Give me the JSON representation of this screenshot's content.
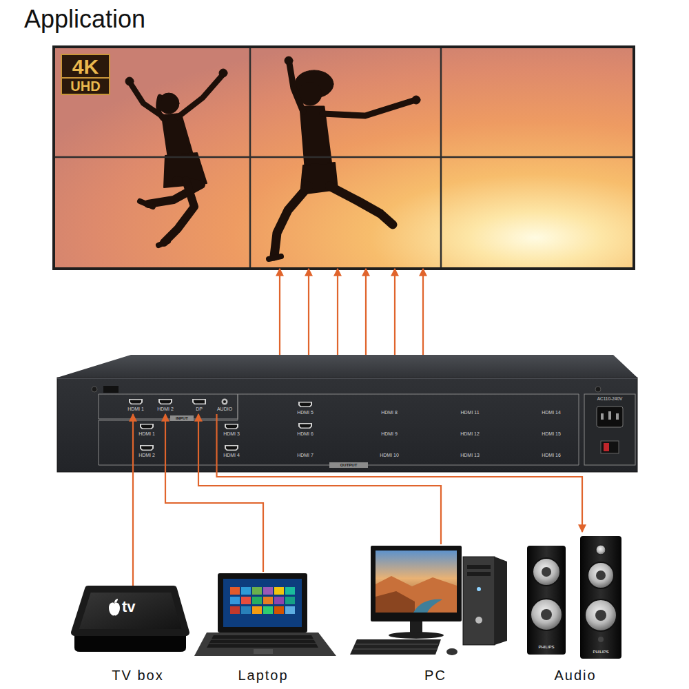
{
  "diagram": {
    "title": "Application",
    "nodes": [
      {
        "text": [
          "4K",
          "UHD"
        ]
      },
      {
        "text": [
          "AC110-240V"
        ]
      },
      {
        "text": [
          "HDMI 1"
        ],
        "in": 1
      },
      {
        "text": [
          "HDMI 2"
        ],
        "in": 1
      },
      {
        "text": [
          "DP"
        ],
        "in": 1
      },
      {
        "text": [
          "AUDIO"
        ],
        "in": 1
      },
      {
        "text": [
          "tv",
          "TV box"
        ]
      },
      {
        "text": [
          "Laptop"
        ]
      },
      {
        "text": [
          "PC"
        ]
      },
      {
        "text": [
          "PHILIPS",
          "PHILIPS",
          "Audio"
        ]
      }
    ],
    "edges": [
      {
        "from": 1,
        "to": 0,
        "arrow": "to"
      },
      {
        "from": 1,
        "to": 0,
        "arrow": "to"
      },
      {
        "from": 1,
        "to": 0,
        "arrow": "to"
      },
      {
        "from": 1,
        "to": 0,
        "arrow": "to"
      },
      {
        "from": 1,
        "to": 0,
        "arrow": "to"
      },
      {
        "from": 1,
        "to": 0,
        "arrow": "to"
      },
      {
        "from": 6,
        "to": 2,
        "arrow": "to"
      },
      {
        "from": 7,
        "to": 3,
        "arrow": "to"
      },
      {
        "from": 8,
        "to": 4,
        "arrow": "to"
      },
      {
        "from": 5,
        "to": 9,
        "arrow": "to"
      }
    ],
    "labels": [
      "INPUT",
      "OUTPUT",
      "HDMI 1",
      "HDMI 2",
      "HDMI 3",
      "HDMI 4",
      "HDMI 5",
      "HDMI 6",
      "HDMI 7",
      "HDMI 8",
      "HDMI 9",
      "HDMI 10",
      "HDMI 11",
      "HDMI 12",
      "HDMI 13",
      "HDMI 14",
      "HDMI 15",
      "HDMI 16"
    ]
  }
}
